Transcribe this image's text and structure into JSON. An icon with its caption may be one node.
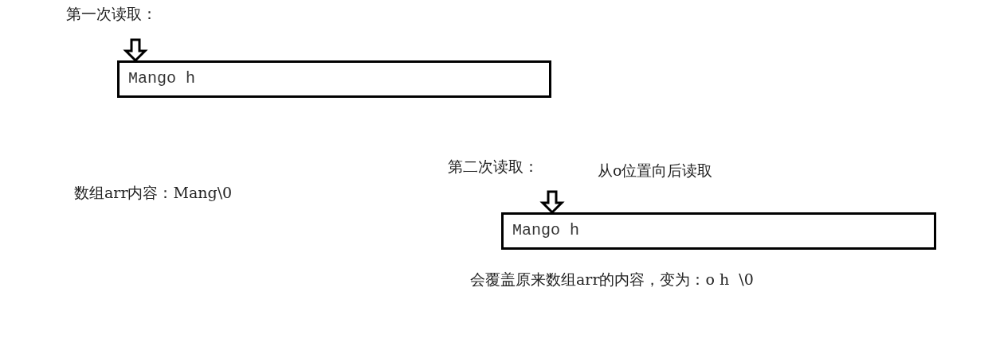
{
  "diagram": {
    "nodes": [
      {
        "text": [
          "Mango h"
        ]
      },
      {
        "text": [
          "Mango h"
        ]
      }
    ],
    "edges": [
      {
        "from": null,
        "to": 0,
        "arrow": "to"
      },
      {
        "from": null,
        "to": 1,
        "arrow": "to"
      }
    ],
    "labels": [
      "第一次读取：",
      "数组arr内容：Mang\\0",
      "第二次读取：",
      "从o位置向后读取",
      "会覆盖原来数组arr的内容，变为：o h  \\0"
    ]
  }
}
